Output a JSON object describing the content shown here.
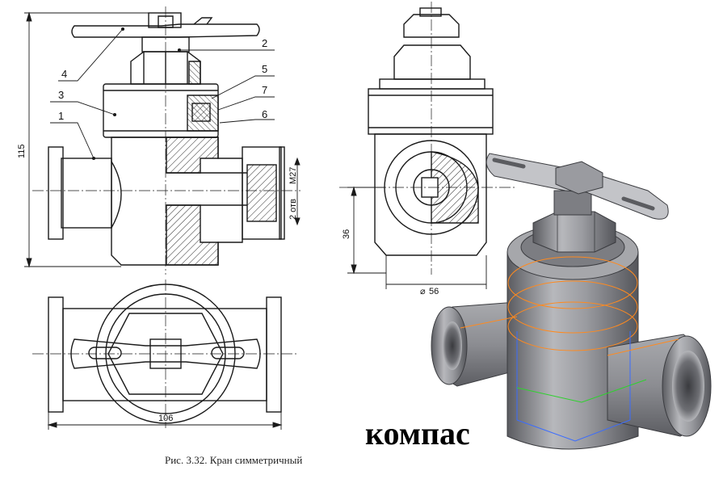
{
  "drawing": {
    "callouts": [
      "1",
      "2",
      "3",
      "4",
      "5",
      "6",
      "7"
    ],
    "dimensions": {
      "height_overall": "115",
      "width_overall": "106",
      "thread": "M27",
      "thread_note": "2 отв",
      "axis_height": "36",
      "diameter": "56",
      "diameter_symbol": "⌀"
    },
    "caption": "Рис. 3.32. Кран симметричный"
  },
  "brand": {
    "text": "компас"
  },
  "colors": {
    "line": "#1a1a1a",
    "hatch": "#333333",
    "model_body": "#8d8e93",
    "model_dark": "#4a4b50",
    "model_light": "#c9cace",
    "sketch_orange": "#ff8a1f",
    "sketch_blue": "#3a6cff",
    "sketch_green": "#2fd12f"
  }
}
